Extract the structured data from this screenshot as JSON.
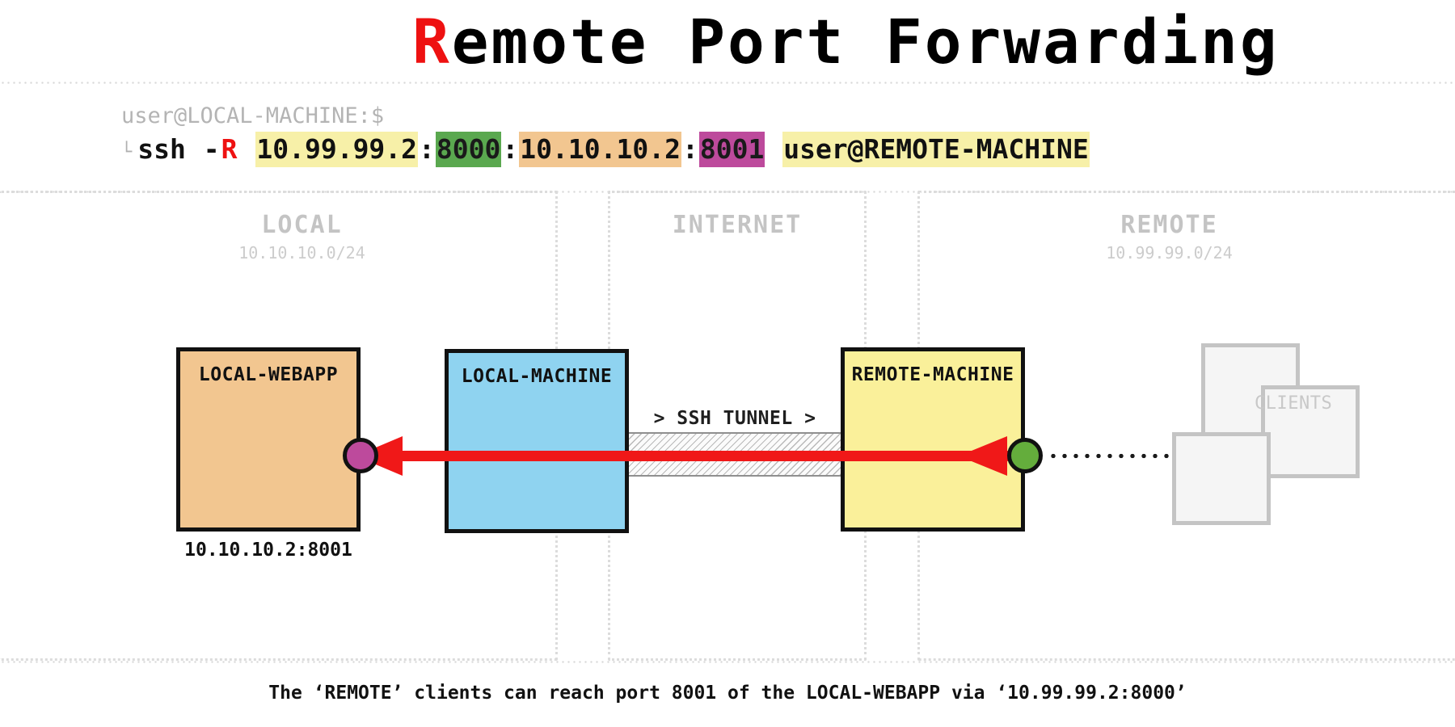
{
  "title": {
    "accent_letter": "R",
    "rest": "emote Port Forwarding",
    "full": "Remote Port Forwarding",
    "accent_color": "#ee1111"
  },
  "command": {
    "prompt": "user@LOCAL-MACHINE:$",
    "continuation_glyph": "└",
    "tokens": [
      {
        "text": "ssh",
        "style": "plain"
      },
      {
        "text": " -",
        "style": "plain"
      },
      {
        "text": "R",
        "style": "red"
      },
      {
        "text": " ",
        "style": "plain"
      },
      {
        "text": "10.99.99.2",
        "style": "highlight-yellow"
      },
      {
        "text": ":",
        "style": "plain"
      },
      {
        "text": "8000",
        "style": "highlight-green"
      },
      {
        "text": ":",
        "style": "plain"
      },
      {
        "text": "10.10.10.2",
        "style": "highlight-orange"
      },
      {
        "text": ":",
        "style": "plain"
      },
      {
        "text": "8001",
        "style": "highlight-magenta"
      },
      {
        "text": " ",
        "style": "plain"
      },
      {
        "text": "user@REMOTE-MACHINE",
        "style": "highlight-yellow"
      }
    ],
    "flag": "-R",
    "bind_address": "10.99.99.2",
    "bind_port": "8000",
    "target_host": "10.10.10.2",
    "target_port": "8001",
    "ssh_destination": "user@REMOTE-MACHINE",
    "highlight_colors": {
      "yellow": "#f7f0a8",
      "green": "#5aa84f",
      "orange": "#f2c690",
      "magenta": "#bd4a9c",
      "red_text": "#ee1111"
    }
  },
  "zones": [
    {
      "id": "local",
      "title": "LOCAL",
      "subnet": "10.10.10.0/24"
    },
    {
      "id": "internet",
      "title": "INTERNET",
      "subnet": ""
    },
    {
      "id": "remote",
      "title": "REMOTE",
      "subnet": "10.99.99.0/24"
    }
  ],
  "nodes": [
    {
      "id": "webapp",
      "label": "LOCAL-WEBAPP",
      "color": "#f2c690",
      "address": "10.10.10.2:8001"
    },
    {
      "id": "local",
      "label": "LOCAL-MACHINE",
      "color": "#8fd3f0",
      "address": ""
    },
    {
      "id": "remote",
      "label": "REMOTE-MACHINE",
      "color": "#faf09a",
      "address": ""
    }
  ],
  "tunnel": {
    "label": "> SSH TUNNEL >"
  },
  "endpoints": [
    {
      "id": "webapp-endpoint",
      "color": "#bd4a9c"
    },
    {
      "id": "remote-endpoint",
      "color": "#64ad3c"
    }
  ],
  "clients": {
    "label": "CLIENTS",
    "count": 3
  },
  "flow": {
    "direction": "right-to-left",
    "color": "#f01818"
  },
  "footer": {
    "text": "The ‘REMOTE’ clients can reach port 8001 of the LOCAL-WEBAPP via ‘10.99.99.2:8000’"
  }
}
